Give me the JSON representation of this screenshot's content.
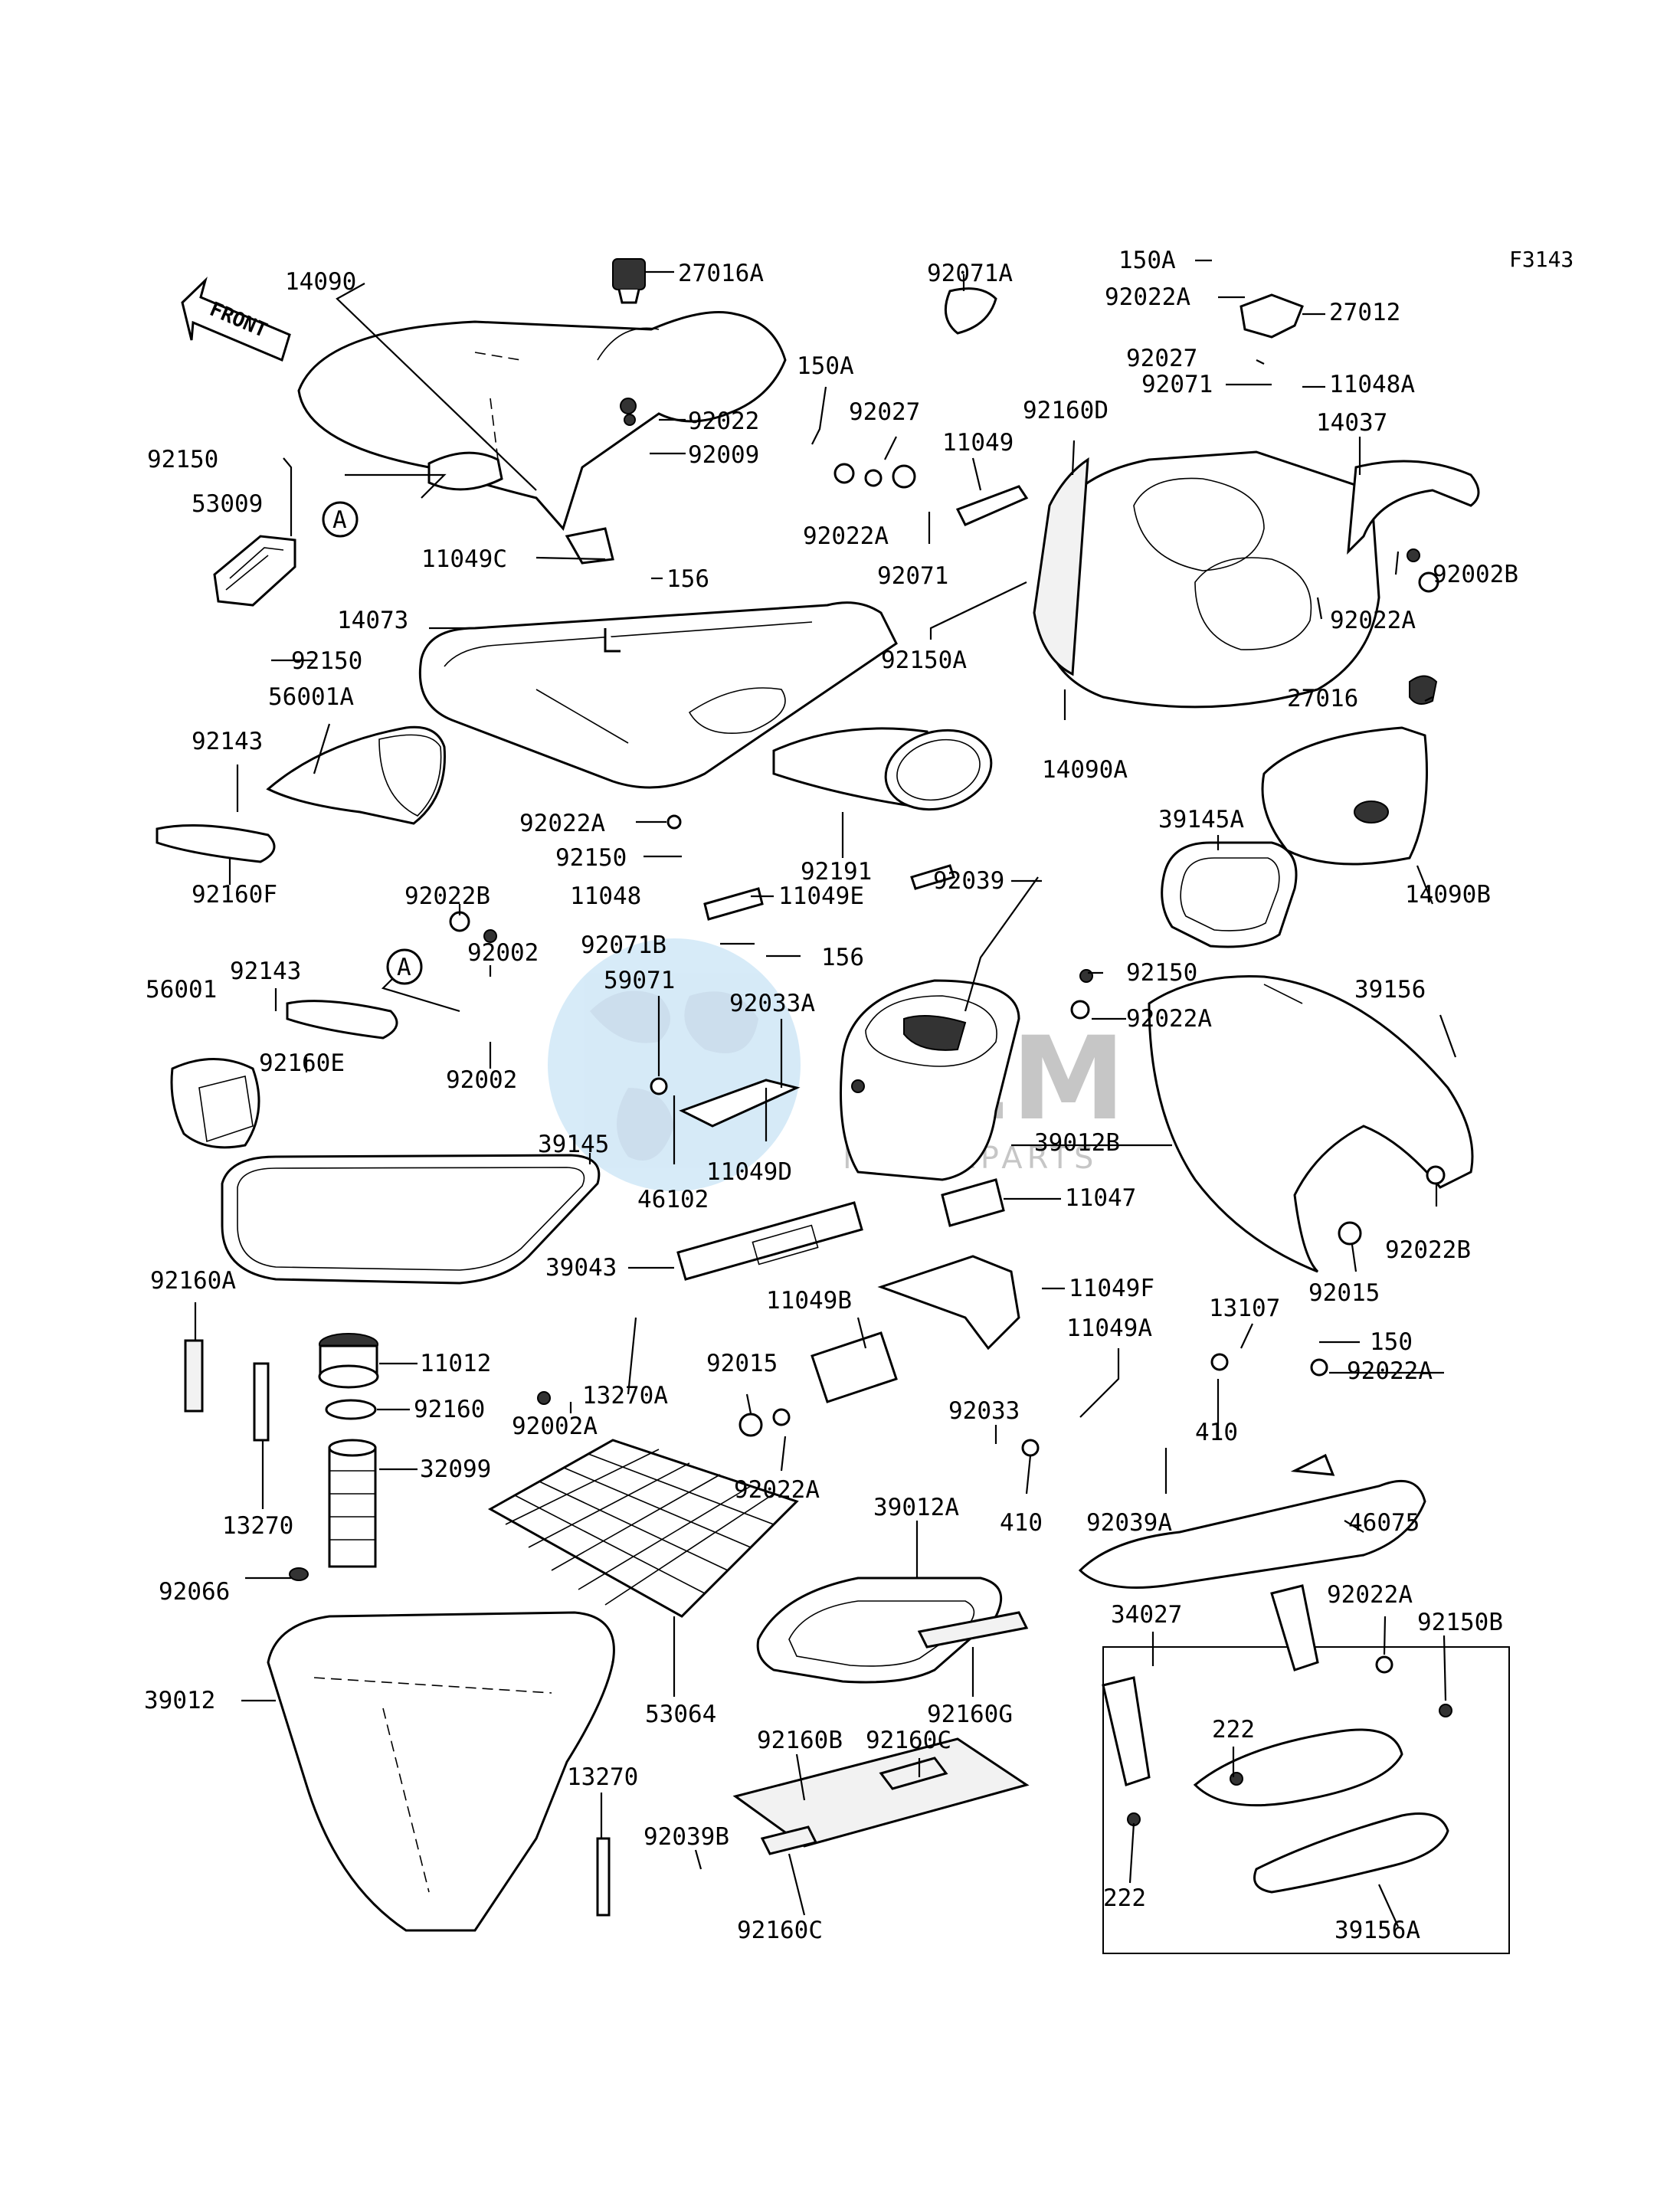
{
  "figure_code": "F3143",
  "front_label": "FRONT",
  "watermark": {
    "brand": "OEM",
    "sub": "MOTORPARTS"
  },
  "callouts": {
    "c14090": "14090",
    "c27016A": "27016A",
    "c92071A": "92071A",
    "c150A_top": "150A",
    "c92022A_top": "92022A",
    "c27012": "27012",
    "c92027_r": "92027",
    "c92071_r": "92071",
    "c11048A": "11048A",
    "c14037": "14037",
    "c92022": "92022",
    "c92009": "92009",
    "c150A_mid": "150A",
    "c92027_mid": "92027",
    "c11049": "11049",
    "c92160D": "92160D",
    "c92150_left": "92150",
    "c53009": "53009",
    "cA_top": "A",
    "c11049C": "11049C",
    "c156_top": "156",
    "c92022A_mid": "92022A",
    "c92071_mid": "92071",
    "c92002B": "92002B",
    "c14073": "14073",
    "c92150A": "92150A",
    "c92022A_right": "92022A",
    "c92150_lower_left": "92150",
    "c27016": "27016",
    "c56001A": "56001A",
    "c14090A": "14090A",
    "c92143_top": "92143",
    "c92022A_center": "92022A",
    "c92191": "92191",
    "c39145A": "39145A",
    "c92150_center": "92150",
    "c92160F": "92160F",
    "c92022B_left": "92022B",
    "c92039": "92039",
    "c11048": "11048",
    "c11049E": "11049E",
    "c14090B": "14090B",
    "c92071B": "92071B",
    "c156_mid": "156",
    "c92002_top": "92002",
    "cA_mid": "A",
    "c92150_right": "92150",
    "c92143_mid": "92143",
    "c59071": "59071",
    "c39156": "39156",
    "c56001": "56001",
    "c92033A": "92033A",
    "c92022A_right2": "92022A",
    "c92160E": "92160E",
    "c92002_bottom": "92002",
    "c39145": "39145",
    "c39012B": "39012B",
    "c11049D": "11049D",
    "c46102": "46102",
    "c11047": "11047",
    "c92022B_right": "92022B",
    "c92160A": "92160A",
    "c39043": "39043",
    "c92015_right": "92015",
    "c11049F": "11049F",
    "c11049B": "11049B",
    "c13107": "13107",
    "c150": "150",
    "c11012": "11012",
    "c92015_center": "92015",
    "c11049A": "11049A",
    "c13270A": "13270A",
    "c92022A_r3": "92022A",
    "c92160": "92160",
    "c92002A": "92002A",
    "c92033": "92033",
    "c410_right": "410",
    "c32099": "32099",
    "c92022A_center2": "92022A",
    "c13270_top": "13270",
    "c410_center": "410",
    "c92039A": "92039A",
    "c39012A": "39012A",
    "c46075": "46075",
    "c92066": "92066",
    "c34027": "34027",
    "c92022A_bottom": "92022A",
    "c92150B": "92150B",
    "c39012": "39012",
    "c53064": "53064",
    "c92160G": "92160G",
    "c222_top": "222",
    "c92160B": "92160B",
    "c92160C_top": "92160C",
    "c13270_bottom": "13270",
    "c92039B": "92039B",
    "c222_bottom": "222",
    "c92160C_bottom": "92160C",
    "c39156A": "39156A"
  }
}
